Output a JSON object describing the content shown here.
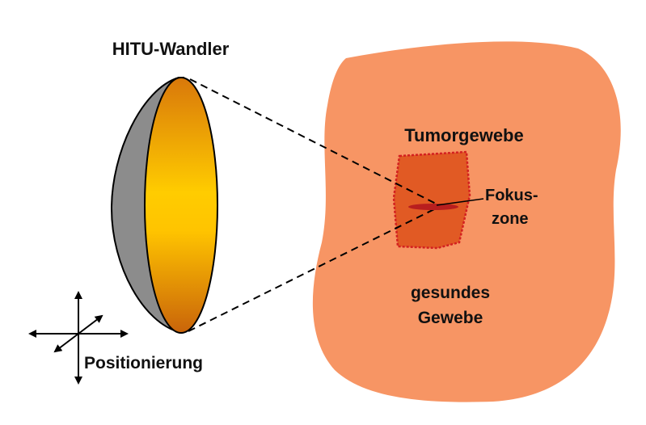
{
  "labels": {
    "transducer": "HITU-Wandler",
    "tumor": "Tumorgewebe",
    "focus_line1": "Fokus-",
    "focus_line2": "zone",
    "healthy_line1": "gesundes",
    "healthy_line2": "Gewebe",
    "positioning": "Positionierung"
  },
  "colors": {
    "healthy_tissue": "#F79564",
    "tumor_tissue": "#E15A24",
    "tumor_outline": "#D32020",
    "focus_zone": "#B81E1E",
    "transducer_outer": "#8C8C8C",
    "transducer_inner_center": "#FFCC00",
    "transducer_inner_edge": "#E0860A",
    "beam_lines": "#000000"
  },
  "icons": {
    "positioning": "move-arrows-icon"
  }
}
